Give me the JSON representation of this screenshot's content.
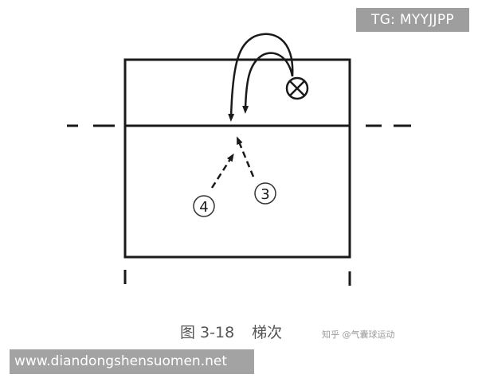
{
  "tg_badge": "TG: MYYJJPP",
  "site_banner": "www.diandongshensuomen.net",
  "caption": {
    "figure_number": "图 3-18",
    "figure_title": "梯次"
  },
  "watermark": "知乎 @气囊球运动",
  "labels": {
    "marker_4": "4",
    "marker_3": "3"
  },
  "colors": {
    "line": "#1a1a1a",
    "badge_bg": "#9e9e9e",
    "banner_bg": "#a3a3a3",
    "caption_text": "#555555"
  },
  "icons": [
    "circle-x-icon",
    "curved-arrow",
    "dashed-arrow"
  ]
}
